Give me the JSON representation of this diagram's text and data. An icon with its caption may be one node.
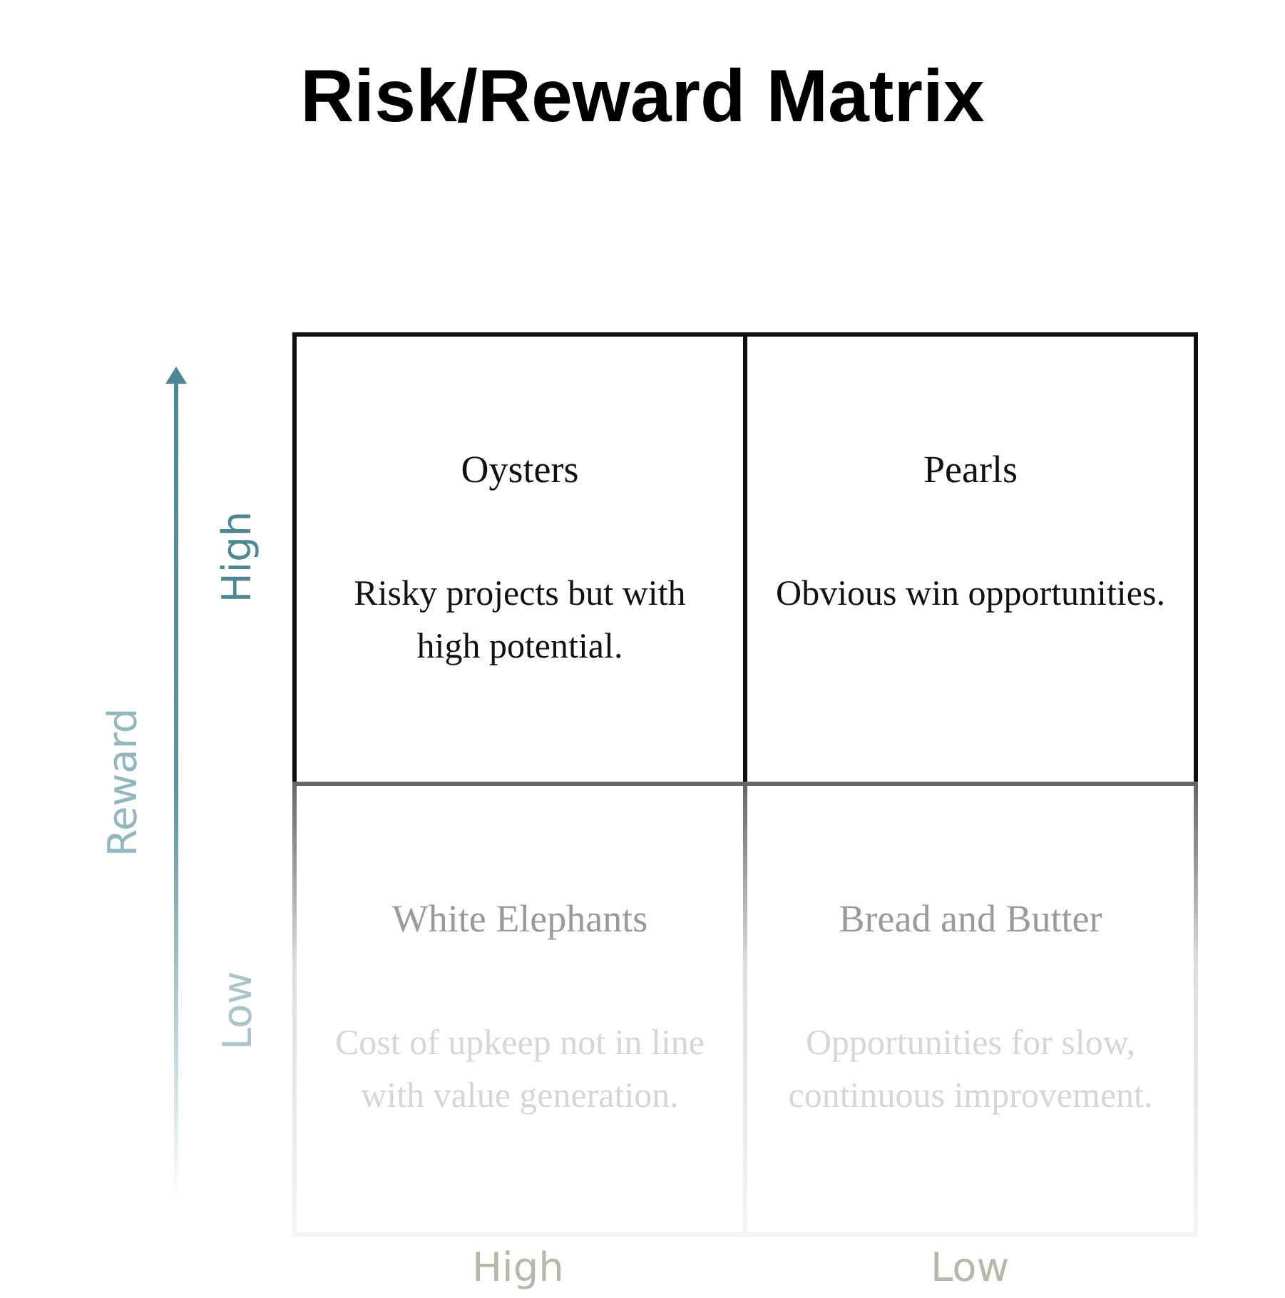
{
  "diagram": {
    "title": "Risk/Reward Matrix",
    "nodes": [
      {
        "text": [
          "Oysters",
          "Risky projects but with high potential."
        ]
      },
      {
        "text": [
          "Pearls",
          "Obvious win opportunities."
        ]
      },
      {
        "text": [
          "White Elephants",
          "Cost of upkeep not in line with value generation."
        ]
      },
      {
        "text": [
          "Bread and Butter",
          "Opportunities for slow, continuous improvement."
        ]
      }
    ],
    "edges": [],
    "labels": [
      "High",
      "Reward",
      "Low",
      "High",
      "Low"
    ]
  }
}
